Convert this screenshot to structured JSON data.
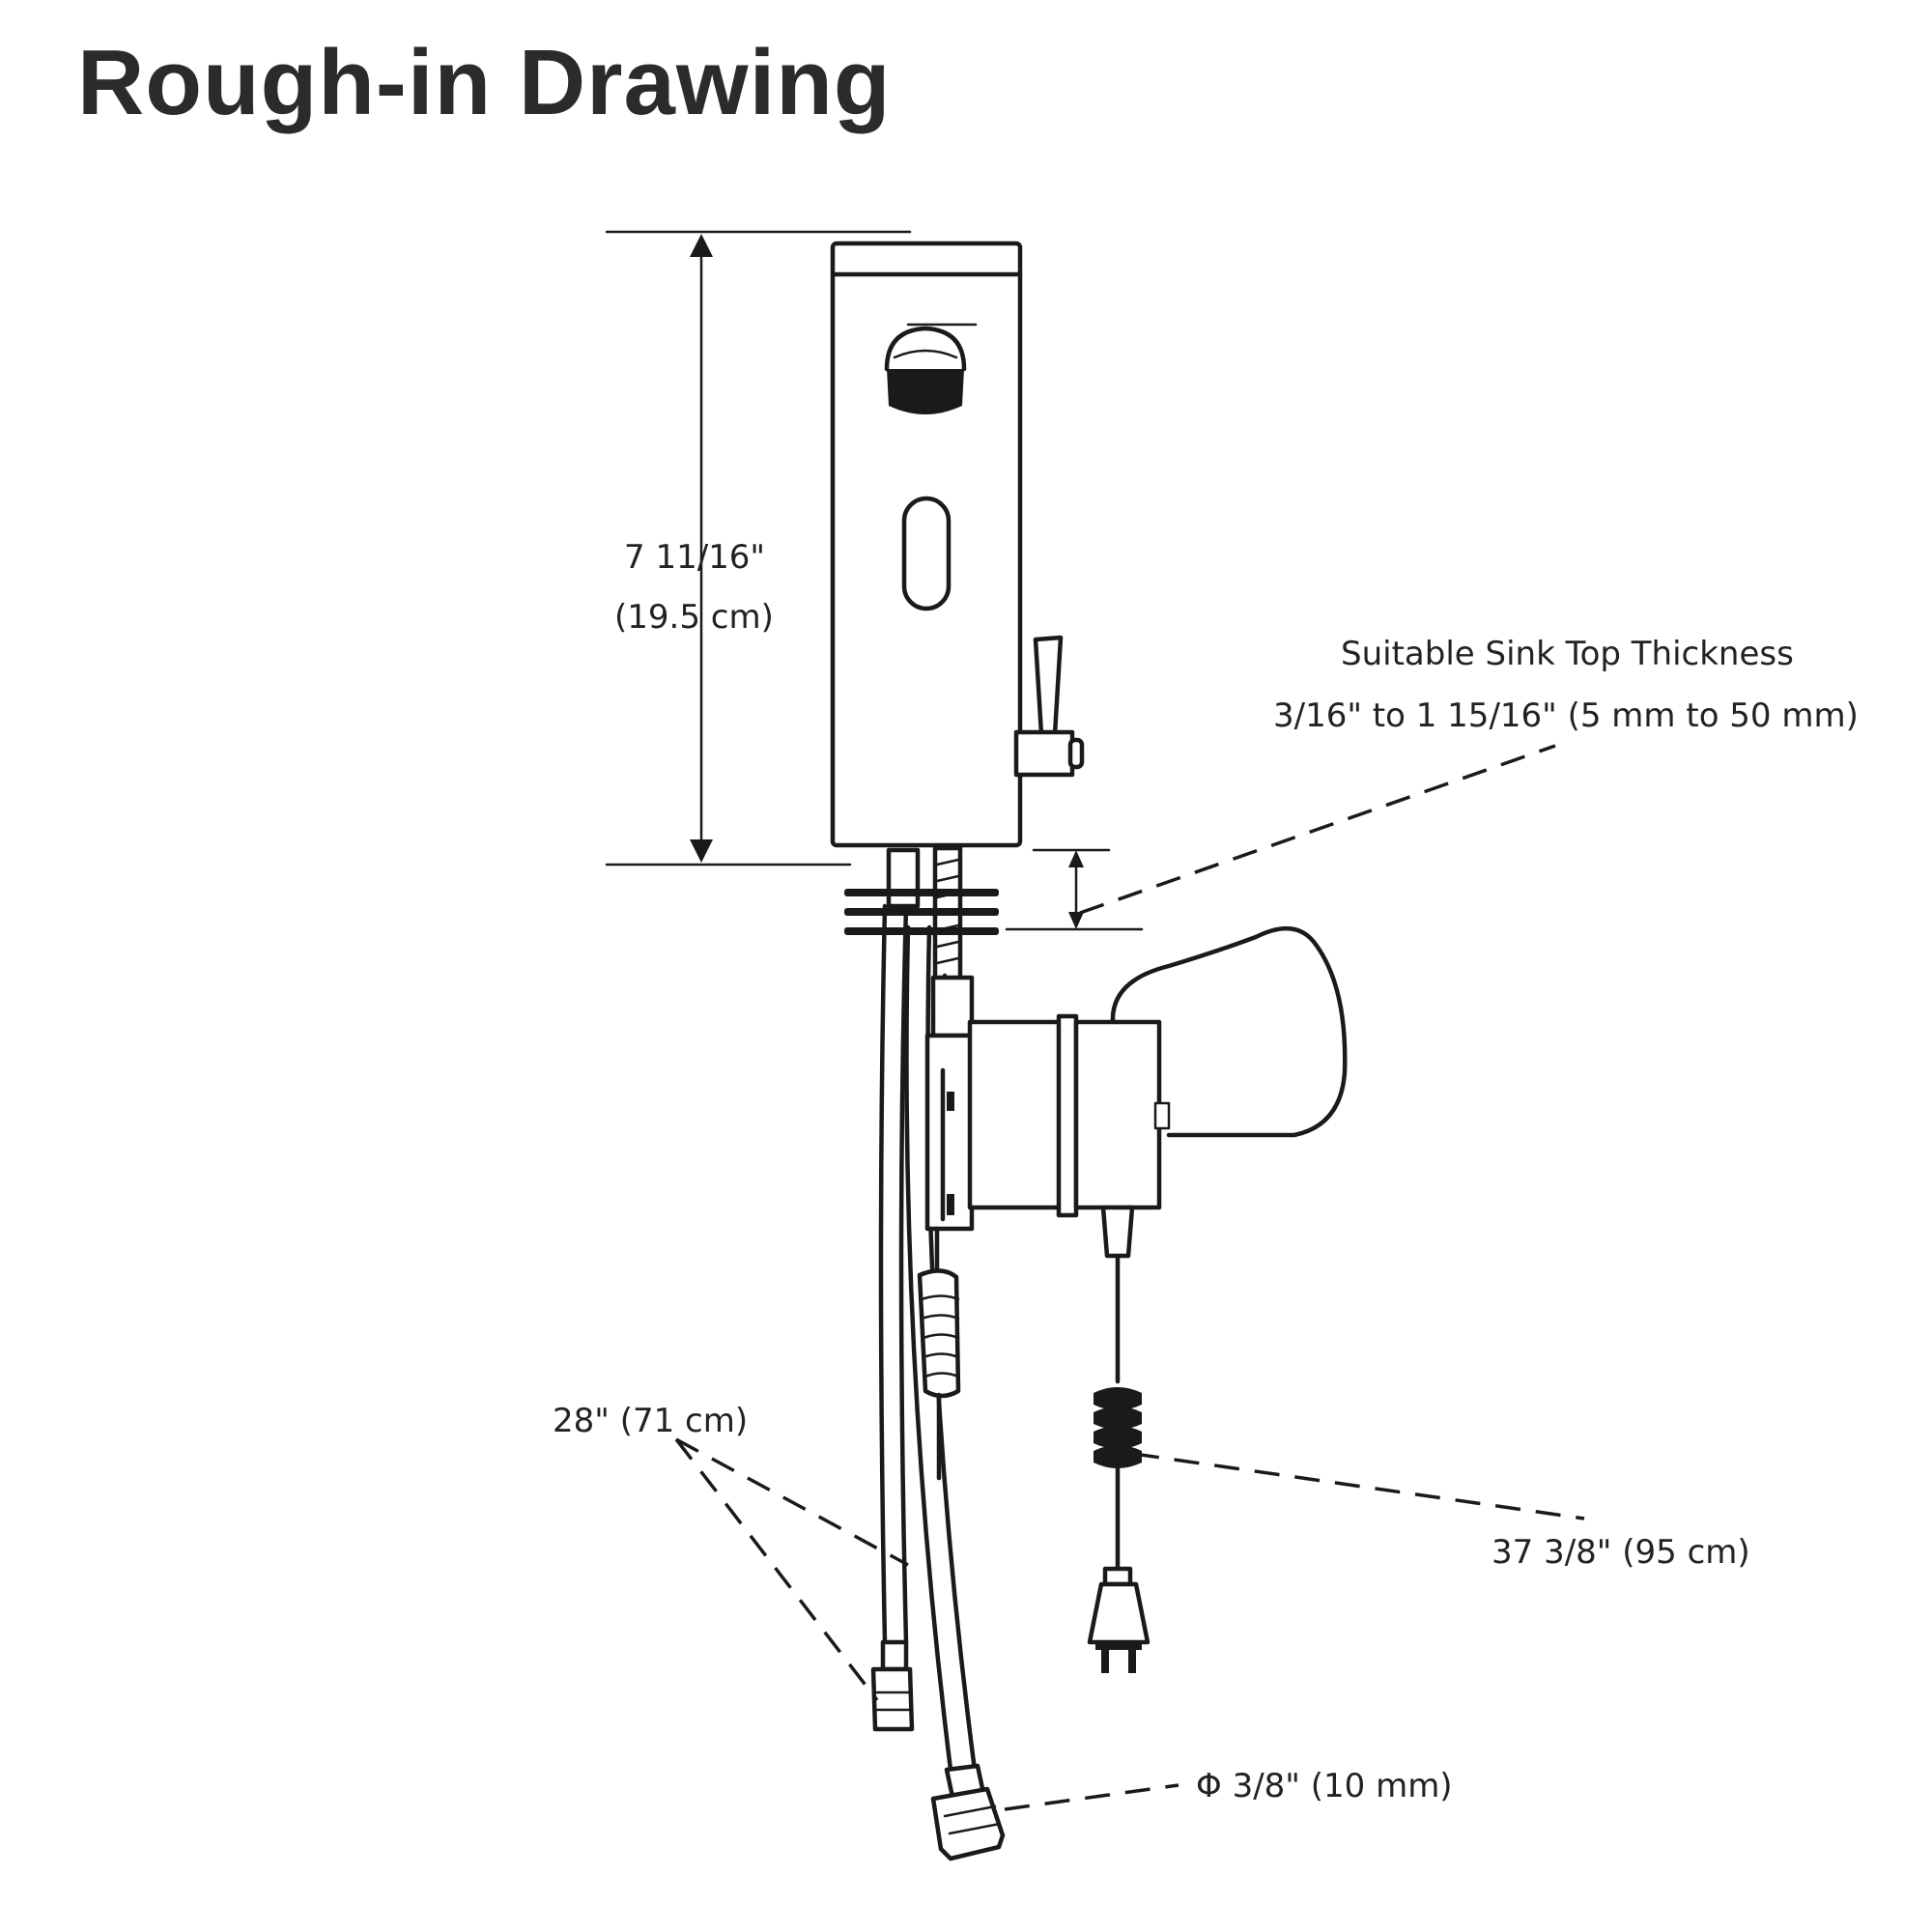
{
  "title": "Rough-in Drawing",
  "dimensions": {
    "height_in": "7 11/16\"",
    "height_cm": "(19.5 cm)",
    "sink_thickness_title": "Suitable Sink Top Thickness",
    "sink_thickness_value": "3/16\" to 1 15/16\" (5 mm to 50 mm)",
    "hose_length": "28\" (71 cm)",
    "cord_length": "37 3/8\" (95 cm)",
    "connector_size": "Φ 3/8\" (10 mm)"
  },
  "colors": {
    "line": "#1a1a1a",
    "background": "#ffffff",
    "title": "#2b2b2b"
  }
}
